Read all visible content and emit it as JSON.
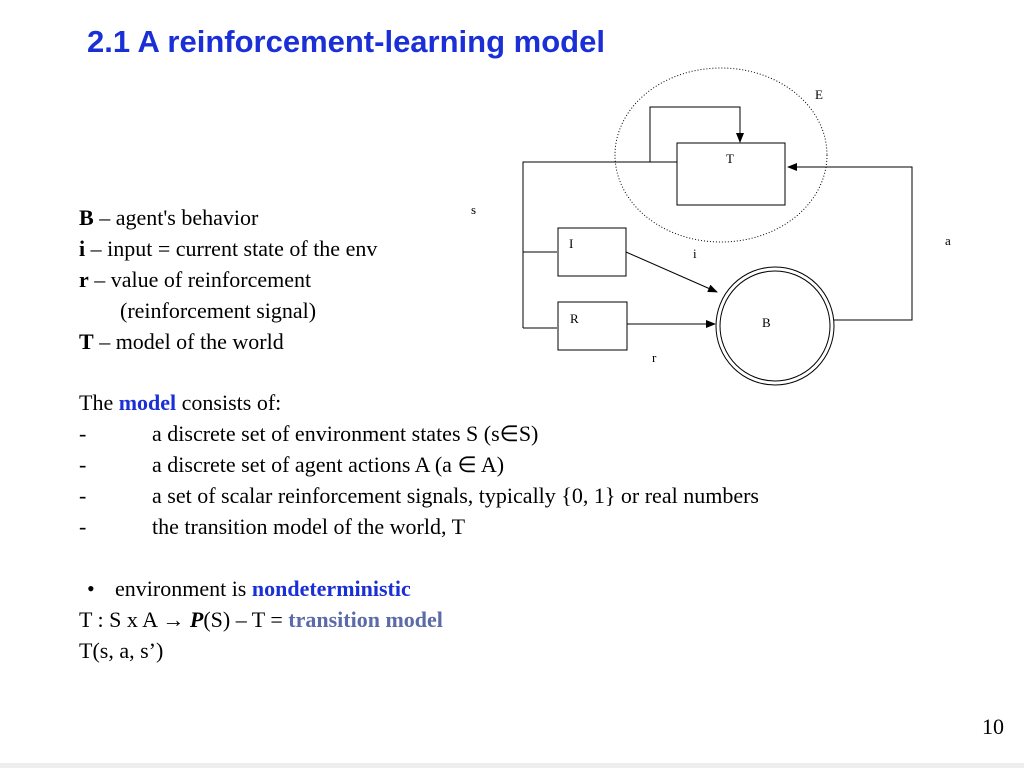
{
  "title": "2.1 A reinforcement-learning model",
  "definitions": {
    "b": {
      "symbol": "B",
      "text": " – agent's behavior"
    },
    "i": {
      "symbol": "i",
      "text": " – input = current state of the env"
    },
    "r": {
      "symbol": "r",
      "text": " – value of reinforcement",
      "continuation": "(reinforcement signal)"
    },
    "t": {
      "symbol": "T",
      "text": " – model of the world"
    }
  },
  "model_intro": {
    "before": "The ",
    "keyword": "model",
    "after": " consists of:"
  },
  "model_items": [
    {
      "bullet": "-",
      "text": "a discrete set of environment states S (s",
      "symbol": "∈",
      "text_after": "S)"
    },
    {
      "bullet": "-",
      "text": "a discrete set of agent actions A (a ",
      "symbol": "∈",
      "text_after": " A)"
    },
    {
      "bullet": "-",
      "text": "a set of scalar reinforcement signals, typically {0, 1} or real numbers"
    },
    {
      "bullet": "-",
      "text": "the transition model of the world, T"
    }
  ],
  "nondeterministic": {
    "bullet": "•",
    "before": "environment is ",
    "keyword": "nondeterministic"
  },
  "transition": {
    "before": "T :  S x A ",
    "arrow": "→",
    "p": "P",
    "middle": "(S) – T = ",
    "keyword": "transition model"
  },
  "transition_example": "T(s, a, s’)",
  "diagram": {
    "labels": {
      "E": "E",
      "T": "T",
      "I": "I",
      "R": "R",
      "B": "B",
      "s": "s",
      "i": "i",
      "a": "a",
      "r": "r"
    }
  },
  "page_number": "10",
  "colors": {
    "title": "#1a2fd6",
    "keyword": "#1a2fd6",
    "transition_keyword": "#5b6aa8"
  }
}
